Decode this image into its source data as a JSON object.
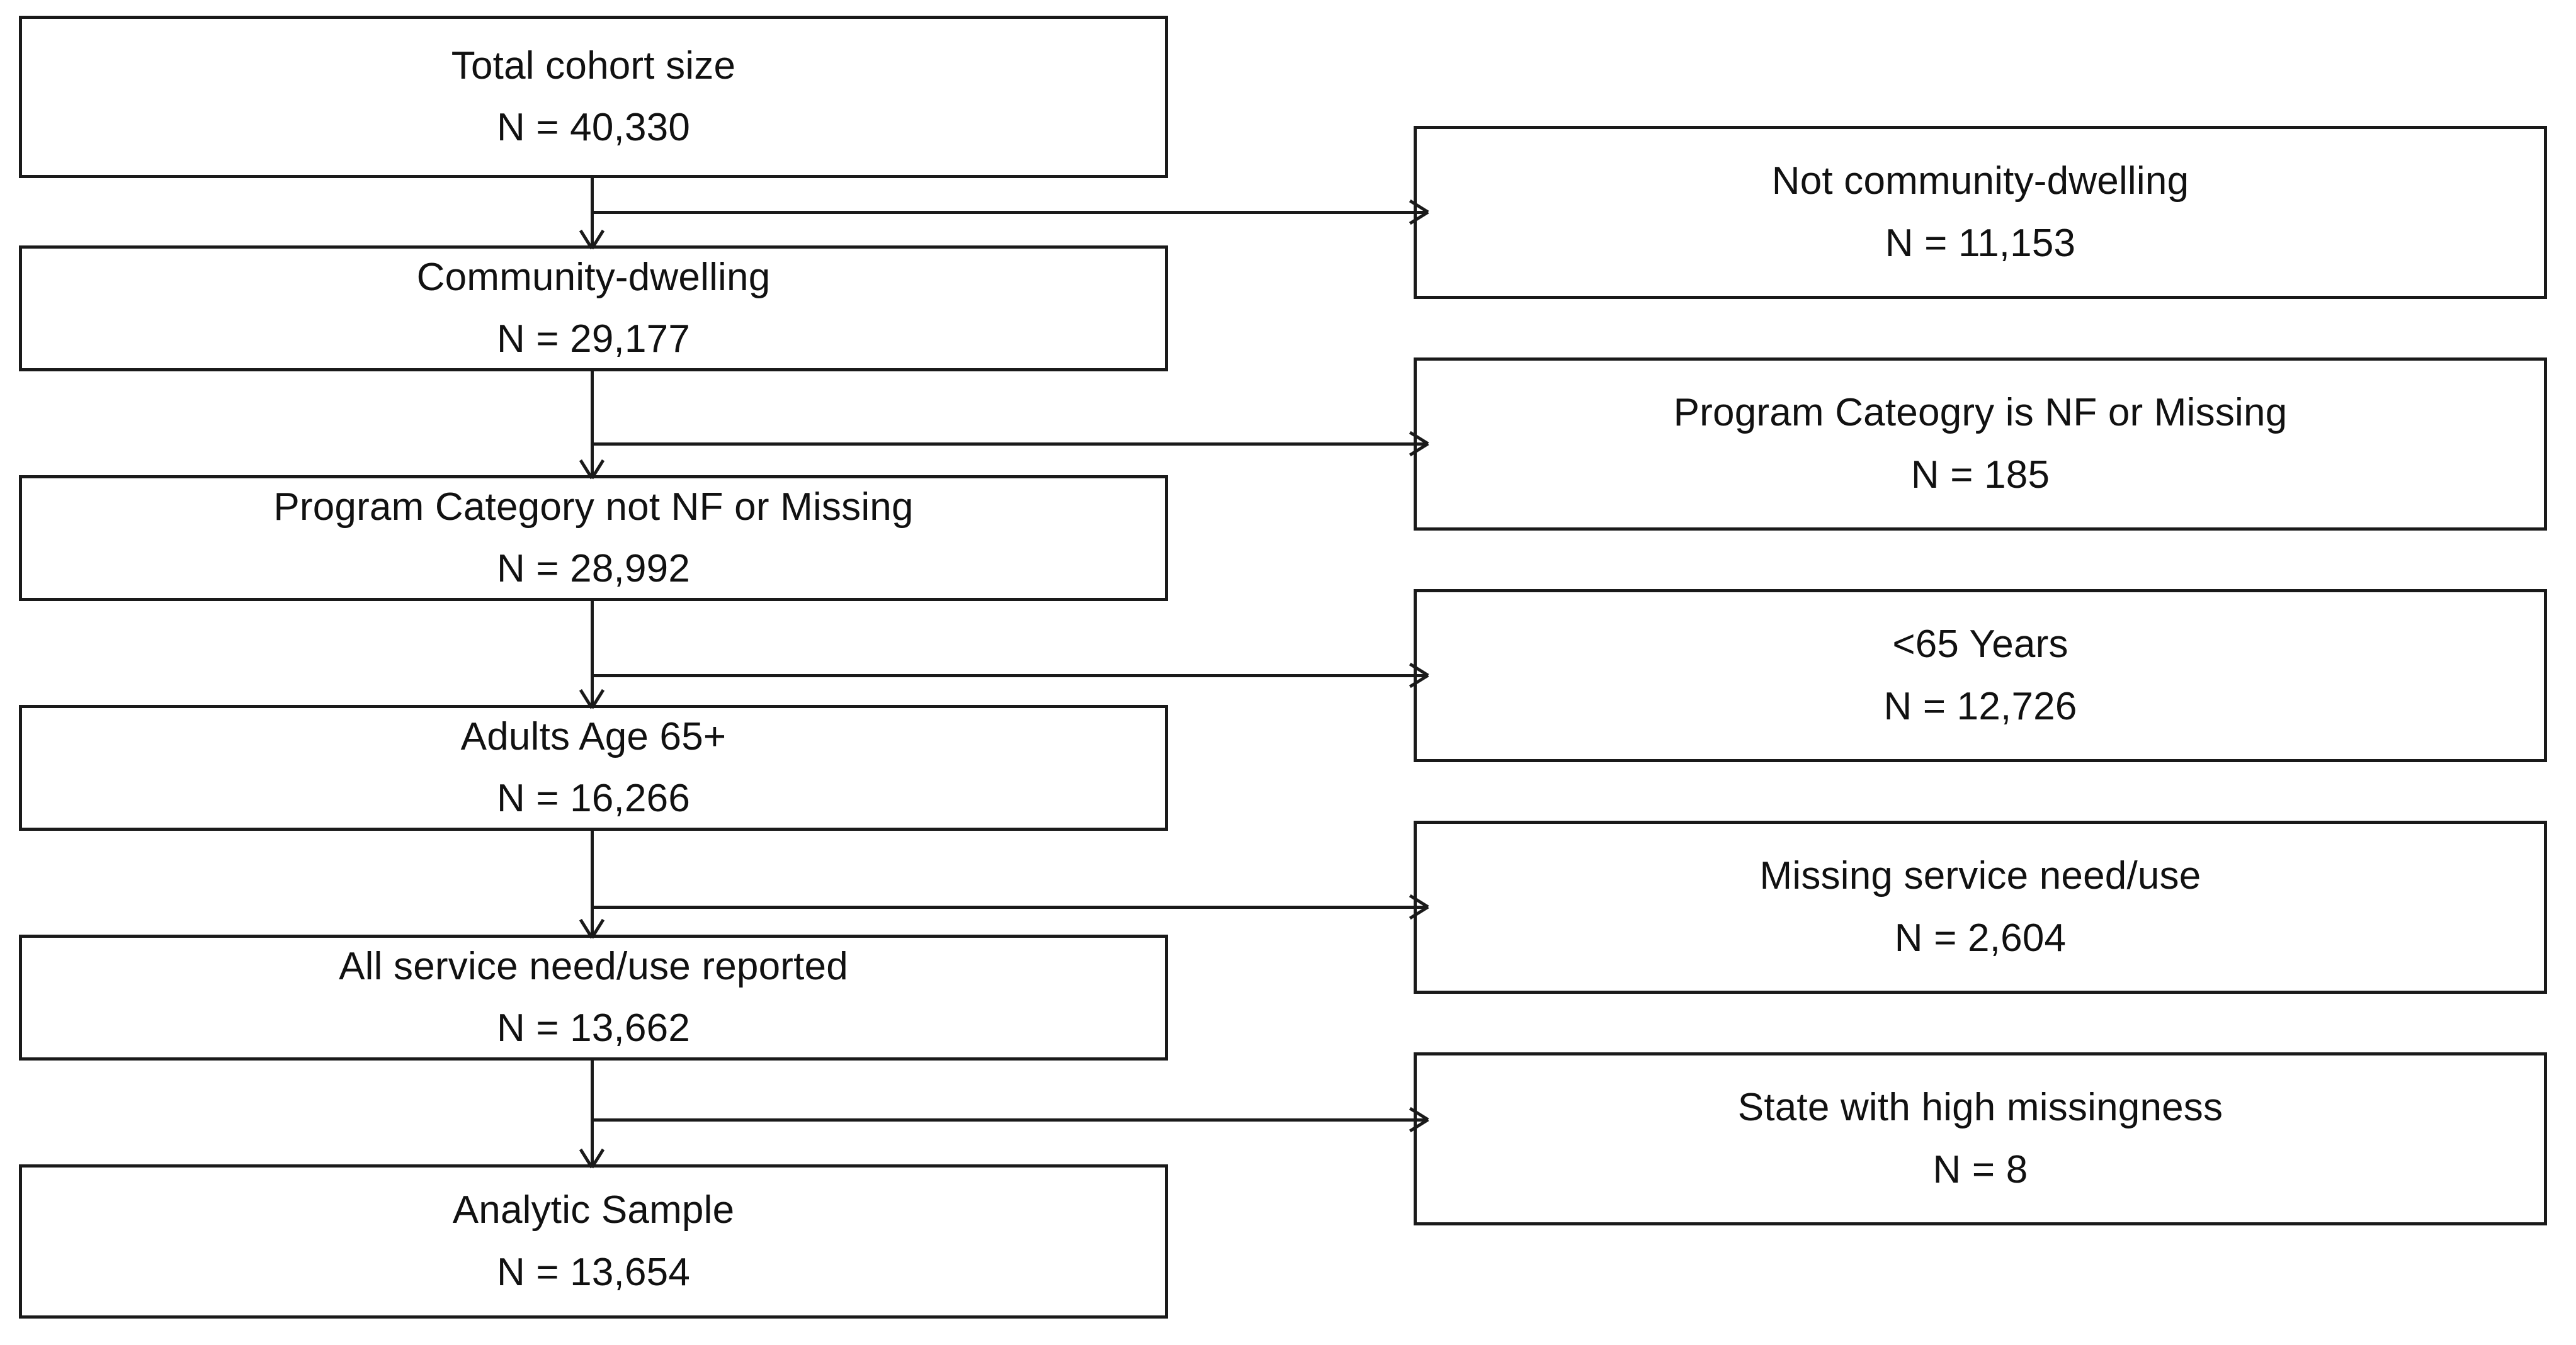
{
  "diagram": {
    "type": "participant-flow-diagram",
    "orientation": "vertical-with-right-exclusions",
    "main_flow": [
      {
        "label": "Total cohort size",
        "count": "N = 40,330"
      },
      {
        "label": "Community-dwelling",
        "count": "N = 29,177"
      },
      {
        "label": "Program Category not NF or Missing",
        "count": "N = 28,992"
      },
      {
        "label": "Adults Age 65+",
        "count": "N = 16,266"
      },
      {
        "label": "All service need/use reported",
        "count": "N = 13,662"
      },
      {
        "label": "Analytic Sample",
        "count": "N = 13,654"
      }
    ],
    "exclusions": [
      {
        "label": "Not community-dwelling",
        "count": "N = 11,153"
      },
      {
        "label": "Program Cateogry is NF or Missing",
        "count": "N = 185"
      },
      {
        "label": "<65 Years",
        "count": "N = 12,726"
      },
      {
        "label": "Missing service need/use",
        "count": "N = 2,604"
      },
      {
        "label": "State with high missingness",
        "count": "N = 8"
      }
    ],
    "colors": {
      "stroke": "#1a1a1a",
      "fill": "#ffffff",
      "text": "#111111"
    }
  }
}
